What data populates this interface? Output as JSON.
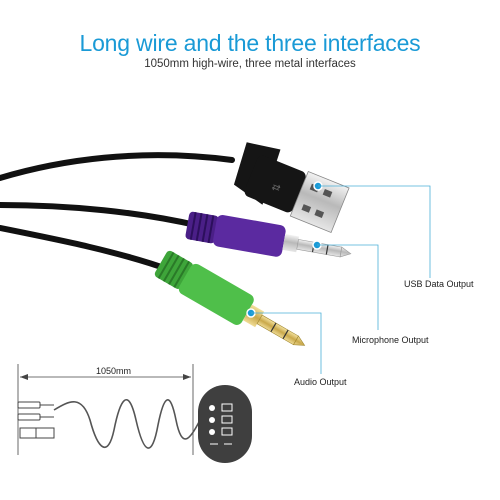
{
  "header": {
    "title": "Long wire and the three interfaces",
    "subtitle": "1050mm high-wire, three metal interfaces"
  },
  "callouts": {
    "usb": "USB Data Output",
    "mic": "Microphone Output",
    "audio": "Audio Output"
  },
  "diagram": {
    "length_label": "1050mm"
  },
  "colors": {
    "accent": "#1a9ad6",
    "callout_line": "#4bb0d8",
    "mic_plug": "#5b2aa0",
    "audio_plug": "#4fbf4a",
    "cable": "#111111"
  }
}
